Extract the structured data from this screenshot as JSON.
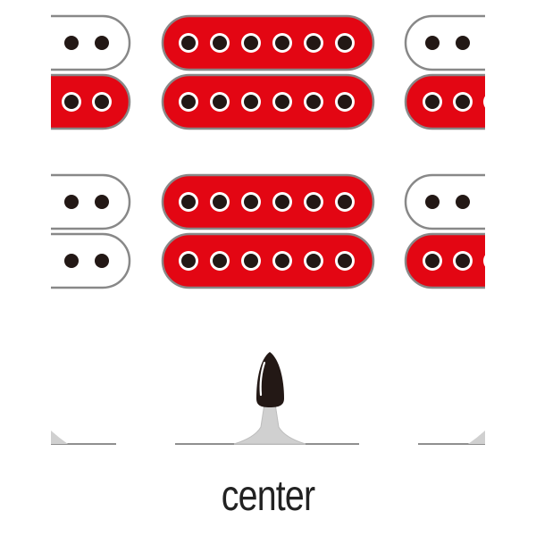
{
  "position_label": "center",
  "colors": {
    "active": "#e30613",
    "inactive": "#ffffff",
    "outline": "#888888",
    "pole": "#231815",
    "pole_ring": "#ffffff",
    "switch_tip": "#231815",
    "switch_base": "#d0d0d0",
    "rail": "#6a6a6a",
    "text": "#222222"
  },
  "pickup_rows": [
    {
      "name": "upper-row",
      "pickups": [
        {
          "name": "left-pickup",
          "coils": [
            {
              "name": "top-coil",
              "state": "inactive"
            },
            {
              "name": "bottom-coil",
              "state": "active"
            }
          ]
        },
        {
          "name": "center-pickup",
          "coils": [
            {
              "name": "top-coil",
              "state": "active"
            },
            {
              "name": "bottom-coil",
              "state": "active"
            }
          ]
        },
        {
          "name": "right-pickup",
          "coils": [
            {
              "name": "top-coil",
              "state": "inactive"
            },
            {
              "name": "bottom-coil",
              "state": "active"
            }
          ]
        }
      ]
    },
    {
      "name": "lower-row",
      "pickups": [
        {
          "name": "left-pickup",
          "coils": [
            {
              "name": "top-coil",
              "state": "inactive"
            },
            {
              "name": "bottom-coil",
              "state": "inactive"
            }
          ]
        },
        {
          "name": "center-pickup",
          "coils": [
            {
              "name": "top-coil",
              "state": "active"
            },
            {
              "name": "bottom-coil",
              "state": "active"
            }
          ]
        },
        {
          "name": "right-pickup",
          "coils": [
            {
              "name": "top-coil",
              "state": "inactive"
            },
            {
              "name": "bottom-coil",
              "state": "active"
            }
          ]
        }
      ]
    }
  ],
  "switch": {
    "name": "selector-switch",
    "position": "center"
  }
}
